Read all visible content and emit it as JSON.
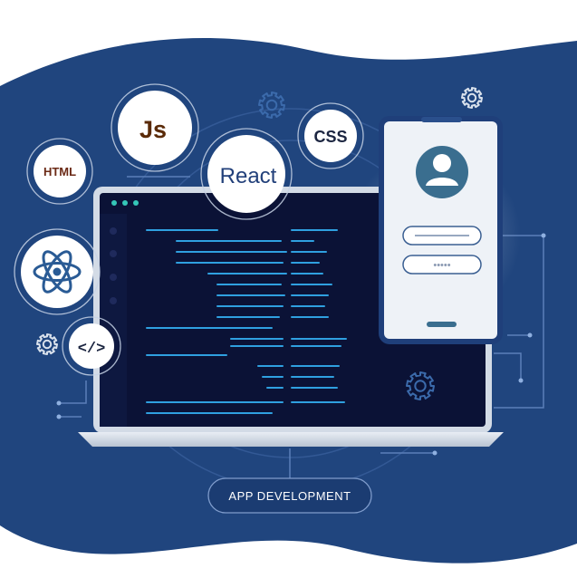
{
  "badges": {
    "js": "Js",
    "html": "HTML",
    "css": "CSS",
    "react": "React",
    "code_tag": "</>"
  },
  "caption": "APP DEVELOPMENT",
  "phone": {
    "username_dots": "",
    "password_dots": "•••••"
  },
  "icons": [
    "gear-icon",
    "react-atom-icon",
    "user-avatar-icon",
    "code-tag-icon"
  ],
  "colors": {
    "background_blob": "#20457e",
    "laptop_screen": "#0b1236",
    "code_line": "#2fa0e0",
    "badge_bg": "#ffffff",
    "js_text": "#5a2a08",
    "html_text": "#6b2a16",
    "css_text": "#1b2540",
    "react_text": "#22407a",
    "avatar": "#3a6e8f",
    "window_dot": "#35c6b8"
  }
}
